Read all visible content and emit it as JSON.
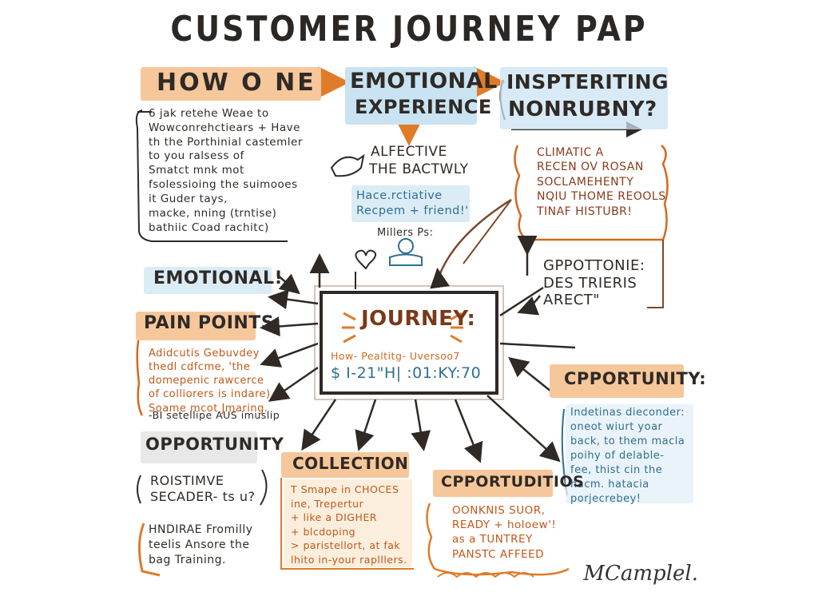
{
  "title": "CUSTOMER JOURNEY PAP",
  "how_one": {
    "heading": "HOW O NE",
    "lines": "6 jak retehe Weae to\nWowconrehctiears + Have\nth the Porthinial castemler\nto you ralsess of\nSmatct mnk mot\nfsolessioing the suimooes\nit Guder tays,\nmacke, nning (trntise)\nbathiic Coad rachitc)"
  },
  "emotional_experience": {
    "heading_line1": "EMOTIONAL",
    "heading_line2": "EXPERIENCE",
    "affective_line1": "ALFECTIVE",
    "affective_line2": "THE BACTWLY",
    "blue_note": "Hace.rctiative\nRecpem + friend!'",
    "miller": "Millers Ps:"
  },
  "inspteriting": {
    "heading_line1": "INSPTERITING",
    "heading_line2": "NONRUBNY?",
    "note": "CLIMATIC A\nRECEN OV ROSAN\nSOCLAMEHENTY\nNQIU THOME REOOLS\nTINAF HISTUBR!"
  },
  "opptottonie": {
    "text": "GPPOTTONIE:\nDES TRIERIS\nARECT\""
  },
  "emotional_label": "EMOTIONAL!",
  "journey": {
    "title": "JOURNEY:",
    "subtitle": "How- Pealtitg- Uversoo7",
    "formula": "$ I-21\"H| :01:KY:70"
  },
  "pain_points": {
    "heading": "PAIN POINTS",
    "lines": "Adidcutis Gebuvdey\nthedl cdfcme, 'the\ndomepenic rawcerce\nof colliorers is indare)\nSoame mcot Jmaring.",
    "footer": "-BI setellipe AUS imuslip"
  },
  "opportunity_right": {
    "heading": "CPPORTUNITY:",
    "lines": "Indetinas dieconder:\noneot wiurt yoar\nback, to them macla\npoihy of delable-\nfee, thist cin the\nhacm. hatacia\nporjecrebey!"
  },
  "opportunity_left": {
    "heading": "OPPORTUNITY",
    "question": "ROISTIMVE\nSECADER- ts u?",
    "note": "HNDIRAE Fromilly\nteelis Ansore the\nbag Training."
  },
  "collection": {
    "heading": "COLLECTION",
    "lines": "T Smape in CHOCES\nine, Trepertur\n+ like a DIGHER\n+ blcdoping\n> paristellort, at fak\nlhito in-your raplllers."
  },
  "cportudities": {
    "heading": "CPPORTUDITIOS",
    "lines": "OONKNIS SUOR,\nREADY + holoew'!\nas a TUNTREY\nPANSTC AFFEED"
  },
  "signature": "MCamplel.",
  "colors": {
    "orange_band": "#f6c79a",
    "blue_band": "#c9e3f2",
    "orange_text": "#d2691e",
    "blue_text": "#2f6f8f",
    "ink": "#2f2a26"
  }
}
